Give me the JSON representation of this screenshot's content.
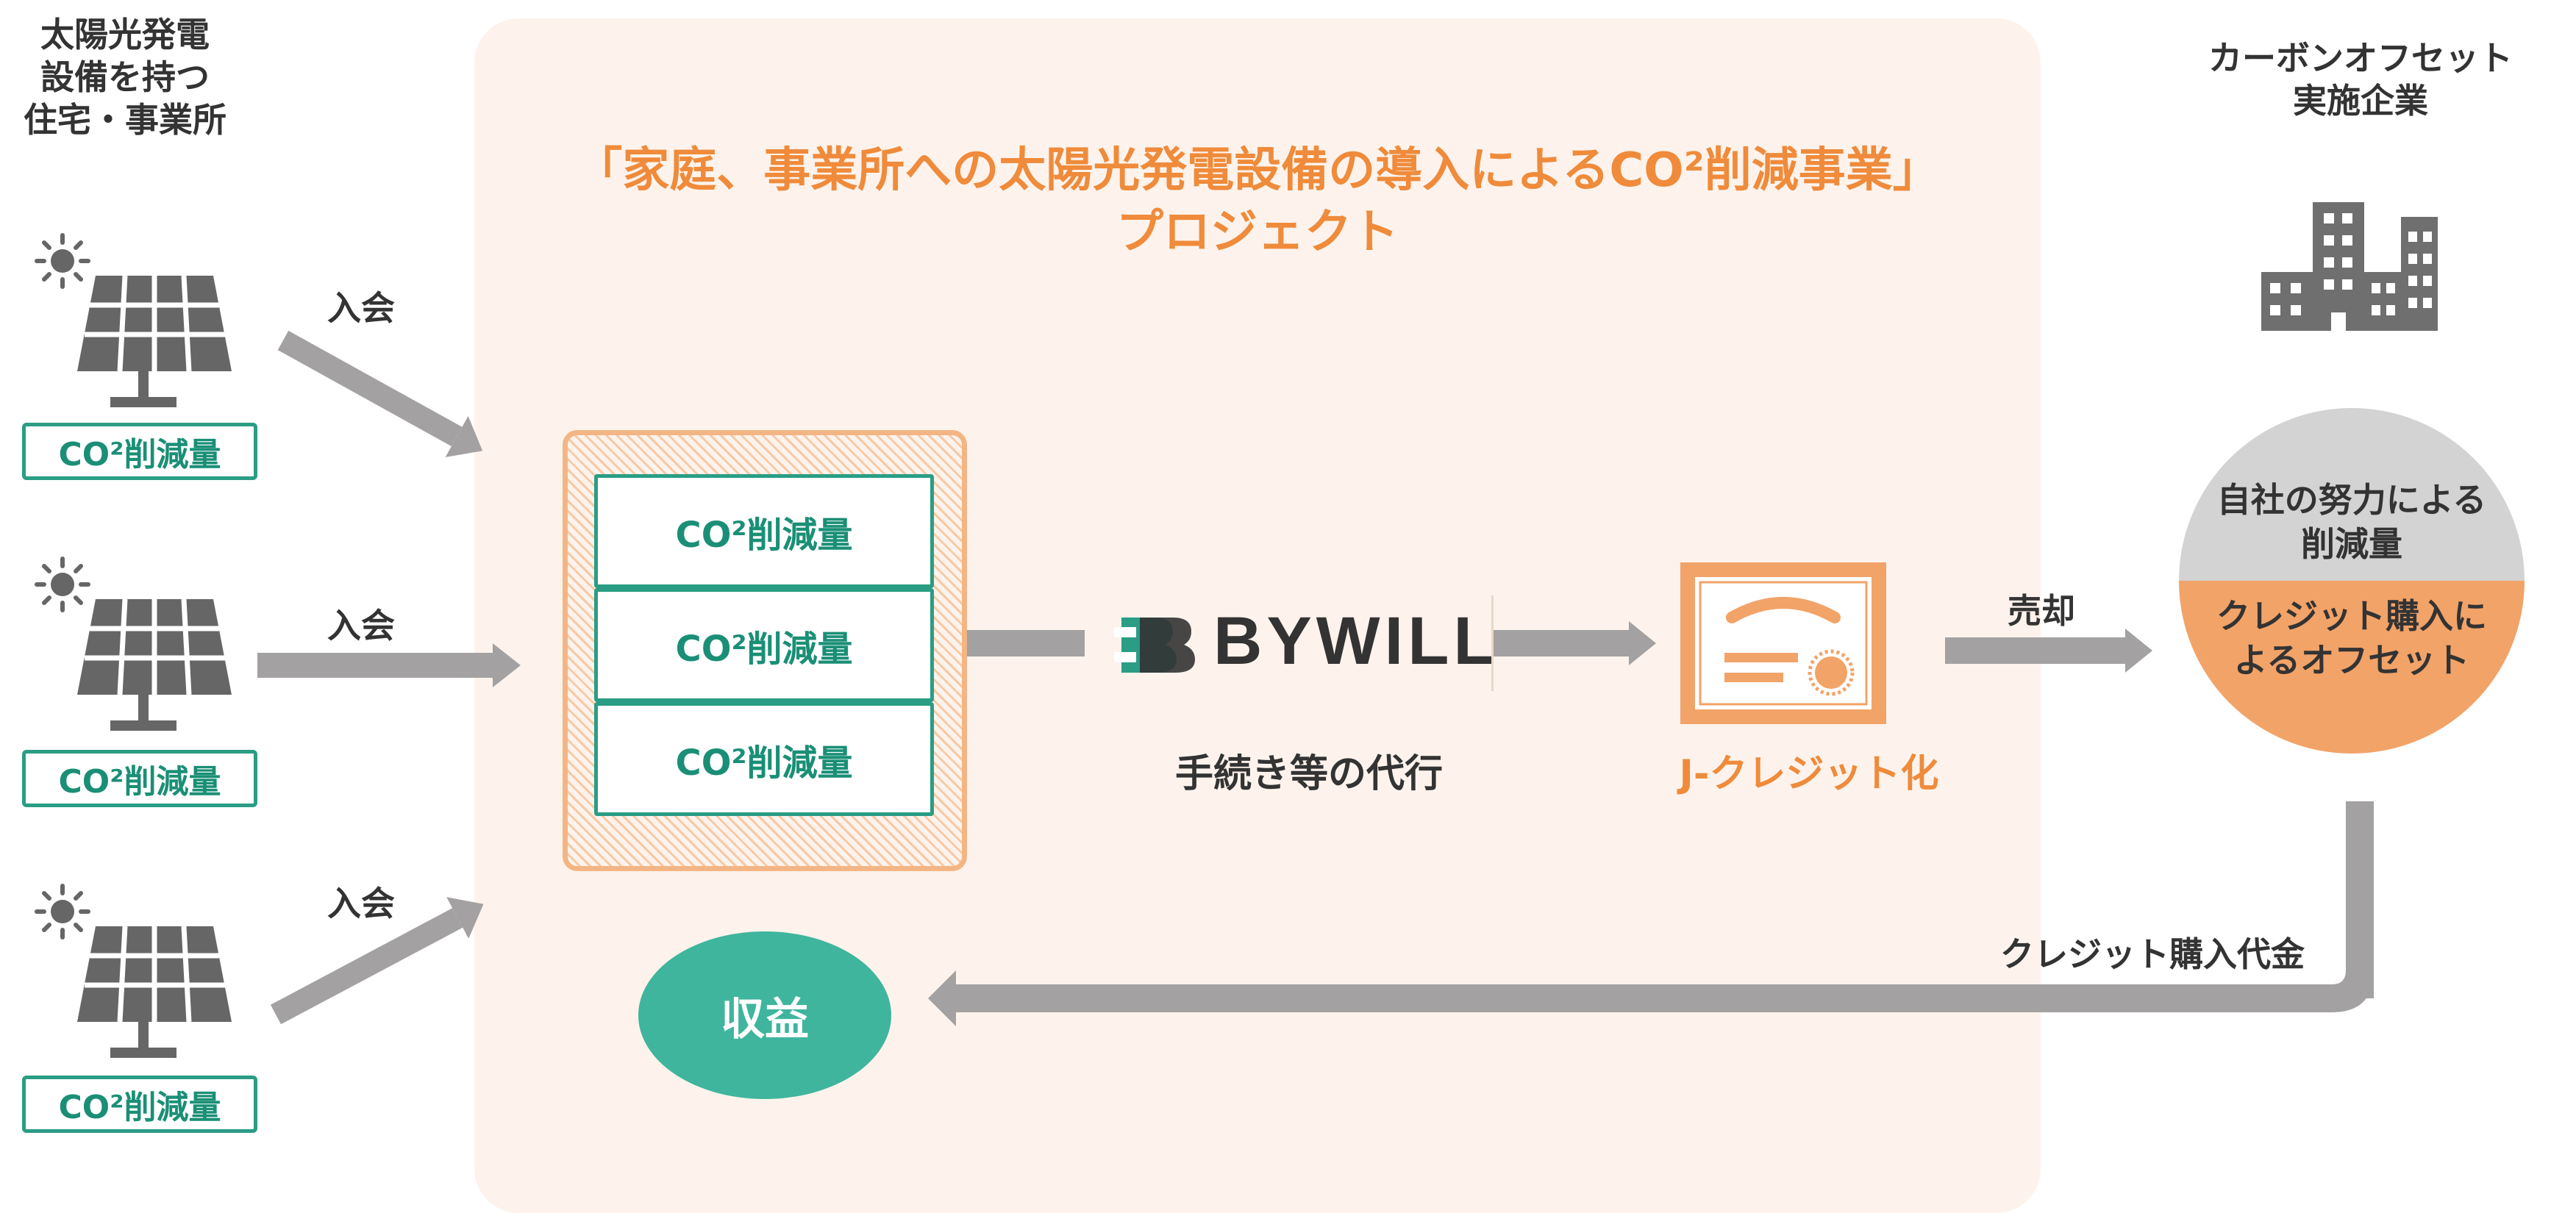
{
  "left": {
    "title": [
      "太陽光発電",
      "設備を持つ",
      "住宅・事業所"
    ],
    "co2_label": "CO²削減量",
    "join_label": "入会"
  },
  "project": {
    "title_line1": "「家庭、事業所への太陽光発電設備の導入によるCO²削減事業」",
    "title_line2": "プロジェクト",
    "stack_items": [
      "CO²削減量",
      "CO²削減量",
      "CO²削減量"
    ],
    "bywill": "BYWILL",
    "proxy": "手続き等の代行",
    "jcredit": "J-クレジット化",
    "profit": "収益"
  },
  "right": {
    "title": [
      "カーボンオフセット",
      "実施企業"
    ],
    "sell_label": "売却",
    "own_effort": [
      "自社の努力による",
      "削減量"
    ],
    "credit_offset": [
      "クレジット購入に",
      "よるオフセット"
    ],
    "payment_label": "クレジット購入代金"
  },
  "colors": {
    "teal": "#2a9d84",
    "orange": "#ef8b3b",
    "arrow_gray": "#a3a1a1",
    "panel_bg": "#fdf3ec"
  }
}
